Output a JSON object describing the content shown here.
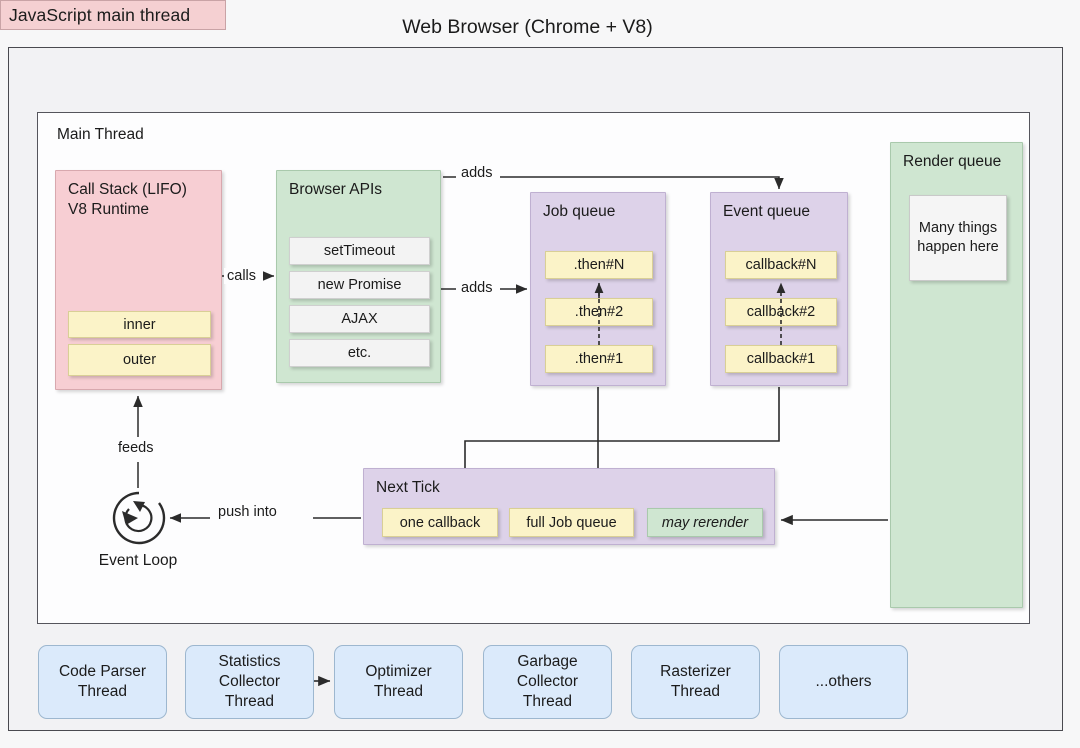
{
  "title_chip": {
    "label": "JavaScript main thread",
    "color": "#f5d0d2"
  },
  "browser": {
    "title": "Web Browser (Chrome + V8)"
  },
  "main_thread": {
    "label": "Main Thread"
  },
  "call_stack": {
    "title": "Call Stack (LIFO)\nV8 Runtime",
    "color": "#f7ced3",
    "frames": [
      {
        "label": "inner"
      },
      {
        "label": "outer"
      }
    ]
  },
  "browser_apis": {
    "title": "Browser APIs",
    "color": "#cfe6d1",
    "items": [
      {
        "label": "setTimeout"
      },
      {
        "label": "new Promise"
      },
      {
        "label": "AJAX"
      },
      {
        "label": "etc."
      }
    ]
  },
  "job_queue": {
    "title": "Job queue",
    "color": "#ddd2e9",
    "items": [
      {
        "label": ".then#N"
      },
      {
        "label": ".then#2"
      },
      {
        "label": ".then#1"
      }
    ]
  },
  "event_queue": {
    "title": "Event queue",
    "color": "#ddd2e9",
    "items": [
      {
        "label": "callback#N"
      },
      {
        "label": "callback#2"
      },
      {
        "label": "callback#1"
      }
    ]
  },
  "render_queue": {
    "title": "Render queue",
    "color": "#cfe6d1",
    "note": "Many things\nhappen here"
  },
  "next_tick": {
    "title": "Next Tick",
    "color": "#ddd2e9",
    "items": [
      {
        "label": "one callback",
        "style": "yellow"
      },
      {
        "label": "full Job queue",
        "style": "yellow"
      },
      {
        "label": "may rerender",
        "style": "green-italic"
      }
    ]
  },
  "event_loop": {
    "caption": "Event Loop"
  },
  "edges": {
    "adds_top": "adds",
    "adds_mid": "adds",
    "calls": "calls",
    "feeds": "feeds",
    "push_into": "push into"
  },
  "worker_threads": [
    {
      "label": "Code Parser\nThread"
    },
    {
      "label": "Statistics\nCollector\nThread"
    },
    {
      "label": "Optimizer\nThread"
    },
    {
      "label": "Garbage\nCollector\nThread"
    },
    {
      "label": "Rasterizer\nThread"
    },
    {
      "label": "...others"
    }
  ]
}
